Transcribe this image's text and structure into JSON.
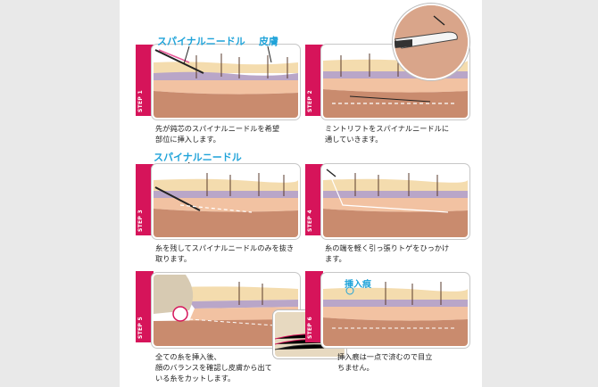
{
  "labels": {
    "spinal_needle_1": "スパイナルニードル",
    "skin": "皮膚",
    "spinal_needle_3": "スパイナルニードル",
    "insertion_mark": "挿入痕"
  },
  "steps": [
    {
      "tab": "STEP 1",
      "caption_lines": [
        "先が鈍芯のスパイナルニードルを希望",
        "部位に挿入します。"
      ]
    },
    {
      "tab": "STEP 2",
      "caption_lines": [
        "ミントリフトをスパイナルニードルに",
        "通していきます。"
      ]
    },
    {
      "tab": "STEP 3",
      "caption_lines": [
        "糸を残してスパイナルニードルのみを抜き",
        "取ります。"
      ]
    },
    {
      "tab": "STEP 4",
      "caption_lines": [
        "糸の端を軽く引っ張りトゲをひっかけ",
        "ます。"
      ]
    },
    {
      "tab": "STEP 5",
      "caption_lines": [
        "全ての糸を挿入後、",
        "顔のバランスを確認し皮膚から出て",
        "いる糸をカットします。"
      ]
    },
    {
      "tab": "STEP 6",
      "caption_lines": [
        "挿入痕は一点で済むので目立",
        "ちません。"
      ]
    }
  ]
}
